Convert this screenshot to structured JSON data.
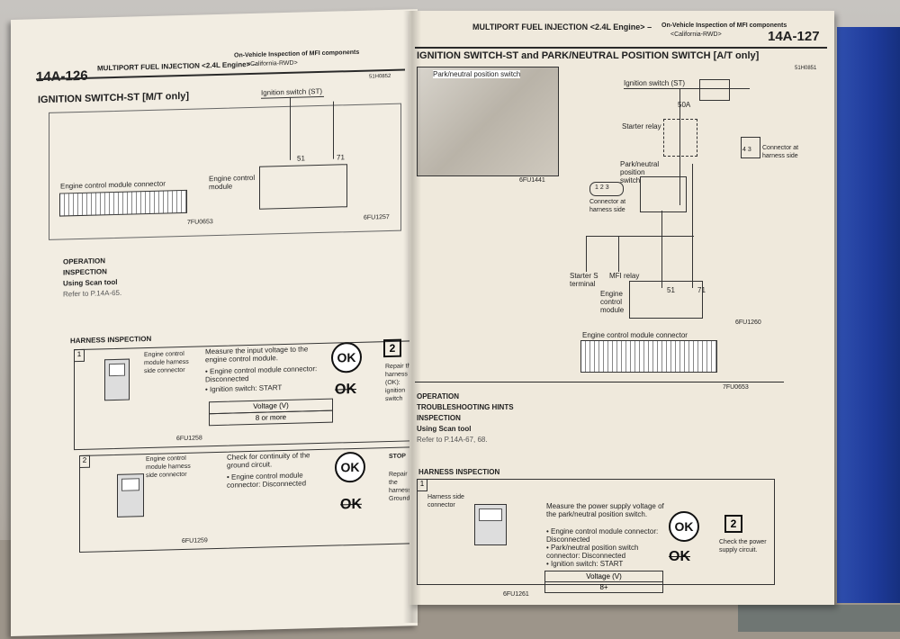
{
  "left_page": {
    "page_number": "14A-126",
    "header_title": "MULTIPORT FUEL INJECTION",
    "header_engine": "<2.4L Engine>",
    "header_dash": "–",
    "header_sub1": "On-Vehicle Inspection of MFI components",
    "header_sub2": "<California-RWD>",
    "corner_code": "51H0852",
    "section_title": "IGNITION SWITCH-ST [M/T only]",
    "diagram": {
      "ignition_label": "Ignition switch (ST)",
      "pin_51": "51",
      "pin_71": "71",
      "ecm_label": "Engine control module",
      "connector_label": "Engine control module connector",
      "code_left": "7FU0653",
      "code_right": "6FU1257"
    },
    "operation_heading": "OPERATION",
    "inspection_heading": "INSPECTION",
    "scan_tool": "Using Scan tool",
    "refer": "Refer to P.14A-65.",
    "harness_heading": "HARNESS INSPECTION",
    "step1": {
      "number": "1",
      "figure_label": "Engine control module harness side connector",
      "code": "6FU1258",
      "instruction": "Measure the input voltage to the engine control module.",
      "bullets": [
        "Engine control module connector: Disconnected",
        "Ignition switch: START"
      ],
      "table_header": "Voltage (V)",
      "table_value": "8 or more",
      "ok_label": "OK",
      "ng_label": "OK",
      "result_number": "2",
      "repair_text": "Repair the harness (OK): ignition switch"
    },
    "step2": {
      "number": "2",
      "figure_label": "Engine control module harness side connector",
      "code": "6FU1259",
      "instruction": "Check for continuity of the ground circuit.",
      "bullets": [
        "Engine control module connector: Disconnected"
      ],
      "ok_label": "OK",
      "ng_label": "OK",
      "stop_label": "STOP",
      "repair_text": "Repair the harness Ground"
    }
  },
  "right_page": {
    "header_title": "MULTIPORT FUEL INJECTION",
    "header_engine": "<2.4L Engine>",
    "header_dash": "–",
    "header_sub1": "On-Vehicle Inspection of MFI components",
    "header_sub2": "<California-RWD>",
    "page_number": "14A-127",
    "corner_code": "51H0851",
    "section_title": "IGNITION SWITCH-ST and PARK/NEUTRAL POSITION SWITCH [A/T only]",
    "photo_label": "Park/neutral position switch",
    "photo_code": "6FU1441",
    "diagram": {
      "ignition_label": "Ignition switch (ST)",
      "fuse_label": "50A",
      "starter_relay": "Starter relay",
      "pn_switch": "Park/neutral position switch",
      "conn_a_label": "Connector at harness side",
      "conn_a_pins": [
        "1",
        "2",
        "3"
      ],
      "conn_b_label": "Connector at harness side",
      "conn_b_pins": [
        "4",
        "3"
      ],
      "starter": "Starter S terminal",
      "mfi_relay": "MFI relay",
      "ecm_label": "Engine control module",
      "pin_51": "51",
      "pin_71": "71",
      "code": "6FU1260",
      "connector_label": "Engine control module connector",
      "connector_code": "7FU0653"
    },
    "operation_heading": "OPERATION",
    "troubleshooting_heading": "TROUBLESHOOTING HINTS",
    "inspection_heading": "INSPECTION",
    "scan_tool": "Using Scan tool",
    "refer": "Refer to P.14A-67, 68.",
    "harness_heading": "HARNESS INSPECTION",
    "step1": {
      "number": "1",
      "figure_label": "Harness side connector",
      "code": "6FU1261",
      "instruction": "Measure the power supply voltage of the park/neutral position switch.",
      "bullets": [
        "Engine control module connector: Disconnected",
        "Park/neutral position switch connector: Disconnected",
        "Ignition switch: START"
      ],
      "table_header": "Voltage (V)",
      "table_value": "8+",
      "ok_label": "OK",
      "ng_label": "OK",
      "result_number": "2",
      "repair_text": "Check the power supply circuit."
    }
  }
}
